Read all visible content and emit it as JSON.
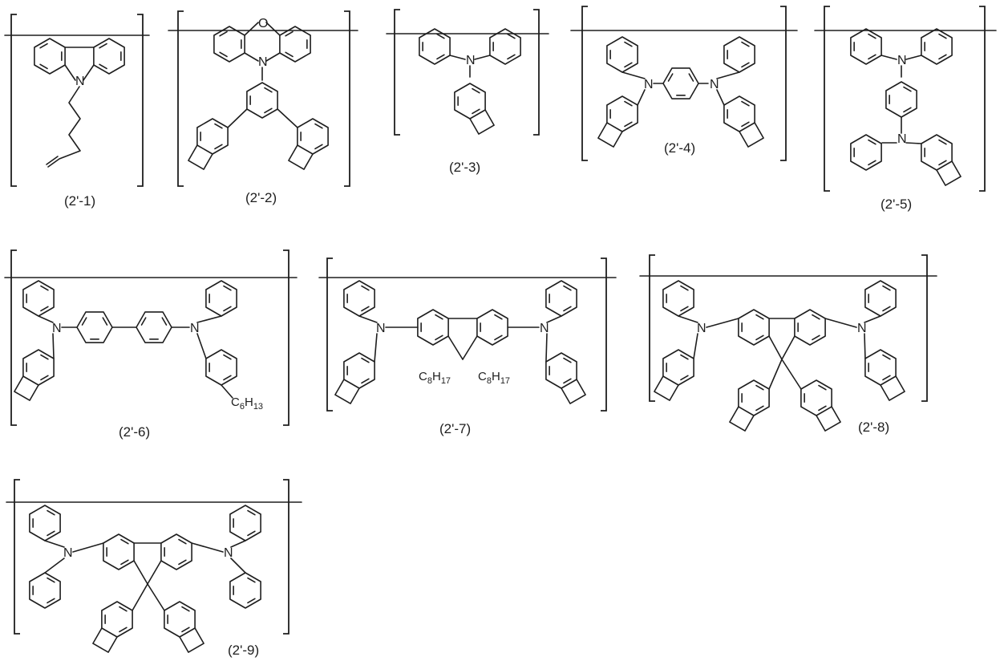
{
  "figure": {
    "compounds": [
      {
        "label": "(2'-1)",
        "heteroatom": "N"
      },
      {
        "label": "(2'-2)",
        "heteroatoms": [
          "O",
          "N"
        ]
      },
      {
        "label": "(2'-3)",
        "heteroatom": "N"
      },
      {
        "label": "(2'-4)",
        "heteroatoms": [
          "N",
          "N"
        ]
      },
      {
        "label": "(2'-5)",
        "heteroatoms": [
          "N",
          "N"
        ]
      },
      {
        "label": "(2'-6)",
        "heteroatoms": [
          "N",
          "N"
        ],
        "substituent": "C6H13"
      },
      {
        "label": "(2'-7)",
        "heteroatoms": [
          "N",
          "N"
        ],
        "substituents": [
          "C8H17",
          "C8H17"
        ]
      },
      {
        "label": "(2'-8)",
        "heteroatoms": [
          "N",
          "N"
        ]
      },
      {
        "label": "(2'-9)",
        "heteroatoms": [
          "N",
          "N"
        ]
      }
    ],
    "line_color": "#1e1e1e"
  }
}
